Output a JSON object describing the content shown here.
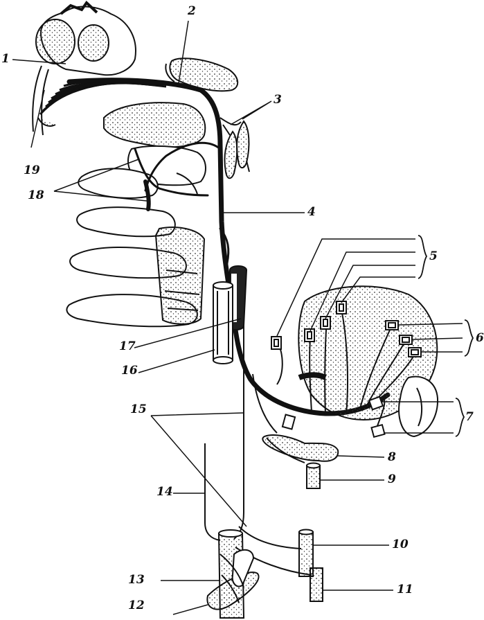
{
  "labels": [
    "1",
    "2",
    "3",
    "4",
    "5",
    "6",
    "7",
    "8",
    "9",
    "10",
    "11",
    "12",
    "13",
    "14",
    "15",
    "16",
    "17",
    "18",
    "19"
  ],
  "colors": {
    "ink": "#111111",
    "stipple": "#333333",
    "paper": "#ffffff"
  }
}
